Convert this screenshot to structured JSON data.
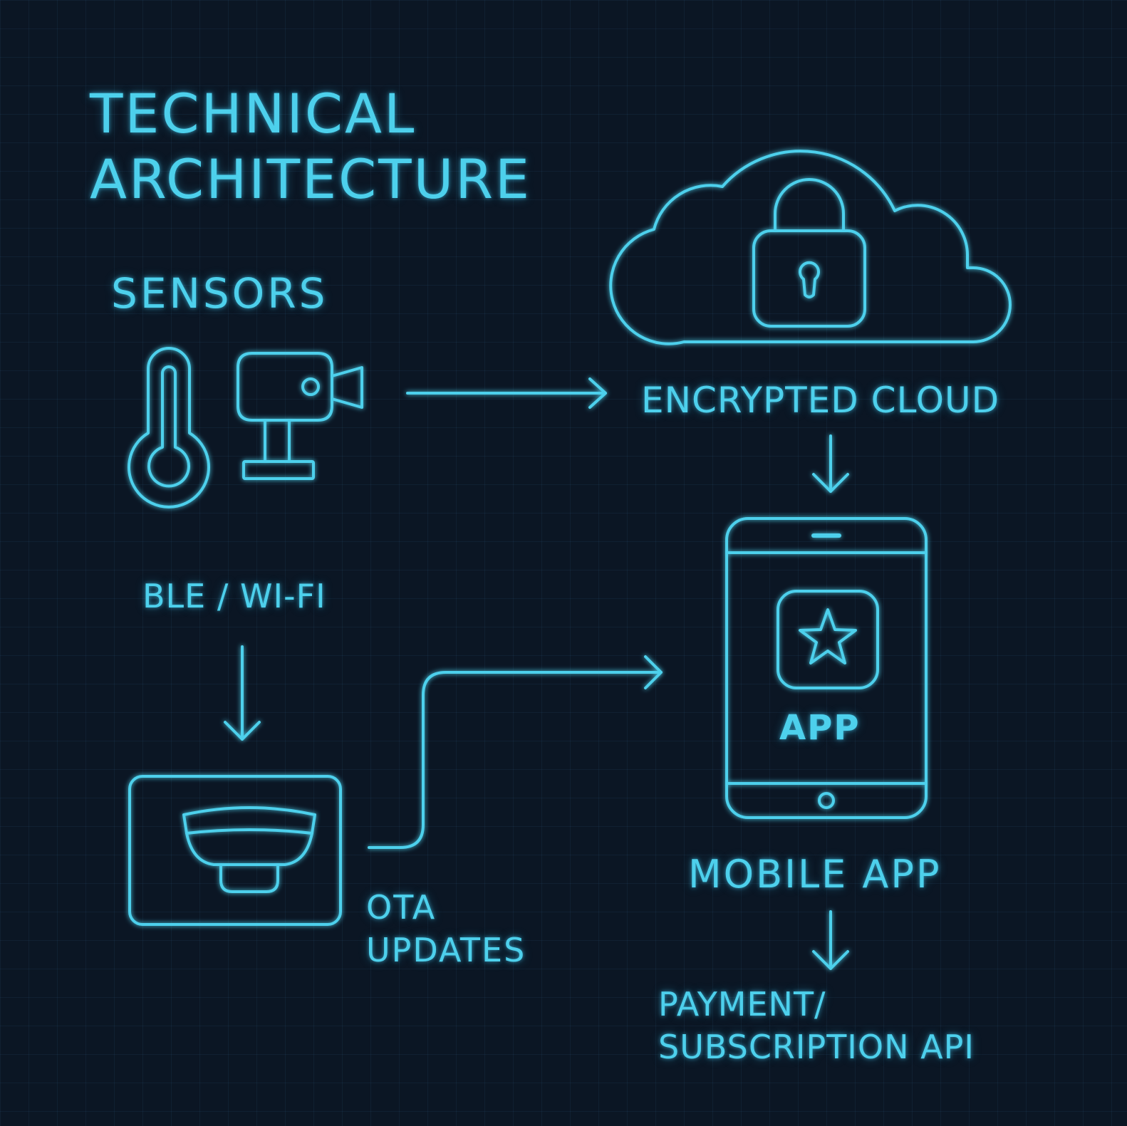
{
  "title": {
    "line1": "TECHNICAL",
    "line2": "ARCHITECTURE"
  },
  "nodes": {
    "sensors": "SENSORS",
    "cloud": "ENCRYPTED CLOUD",
    "ble": "BLE / WI-FI",
    "ota_line1": "OTA",
    "ota_line2": "UPDATES",
    "mobile": "MOBILE APP",
    "app_badge": "APP",
    "payment_line1": "PAYMENT/",
    "payment_line2": "SUBSCRIPTION API"
  },
  "icons": [
    "thermometer-icon",
    "camera-icon",
    "cloud-icon",
    "lock-icon",
    "smartphone-icon",
    "star-icon",
    "hub-device-icon"
  ],
  "colors": {
    "background": "#0b1624",
    "accent": "#4dd0ec",
    "grid": "#1a3550"
  }
}
